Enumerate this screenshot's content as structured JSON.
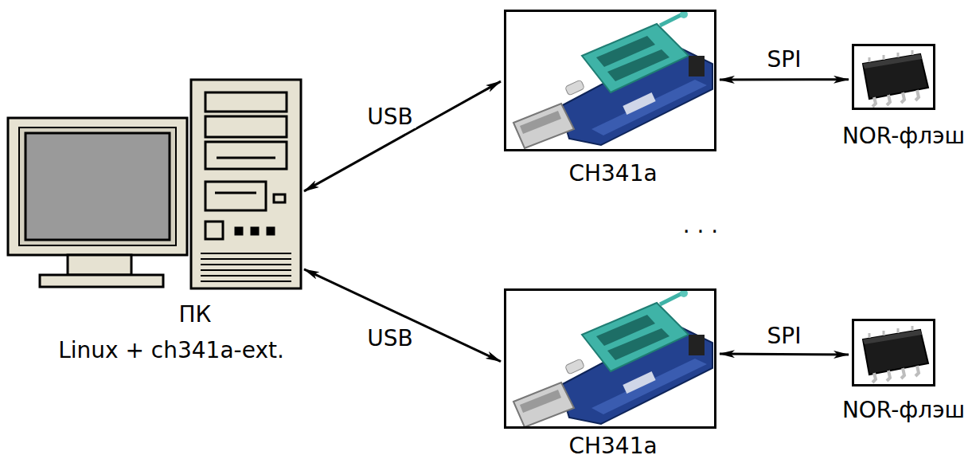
{
  "diagram": {
    "nodes": [
      {
        "text": [
          "ПК",
          "Linux + ch341a-ext."
        ]
      },
      {
        "text": [
          "CH341a"
        ]
      },
      {
        "text": [
          "NOR-флэш"
        ]
      },
      {
        "text": [
          "CH341a"
        ]
      },
      {
        "text": [
          "NOR-флэш"
        ]
      }
    ],
    "edges": [
      {
        "from": 0,
        "to": 1,
        "label": "USB",
        "arrow": "both"
      },
      {
        "from": 1,
        "to": 2,
        "label": "SPI",
        "arrow": "both"
      },
      {
        "from": 0,
        "to": 3,
        "label": "USB",
        "arrow": "both"
      },
      {
        "from": 3,
        "to": 4,
        "label": "SPI",
        "arrow": "both"
      }
    ],
    "labels": [
      ". . ."
    ]
  }
}
